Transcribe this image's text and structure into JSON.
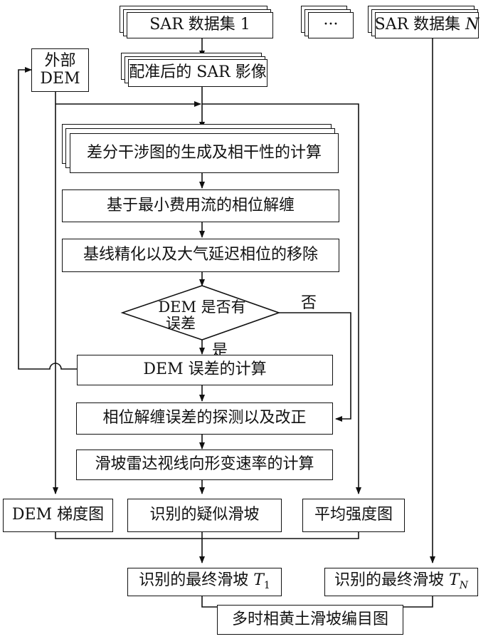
{
  "nodes": {
    "sar_set_1": {
      "text": "SAR 数据集 1"
    },
    "ellipsis": {
      "text": "···"
    },
    "sar_set_n_prefix": {
      "text": "SAR 数据集 "
    },
    "sar_set_n_var": {
      "text": "N"
    },
    "external_dem": {
      "line1": "外部",
      "line2": "DEM"
    },
    "registered_sar": {
      "text": "配准后的 SAR 影像"
    },
    "interferogram": {
      "text": "差分干涉图的生成及相干性的计算"
    },
    "unwrapping": {
      "text": "基于最小费用流的相位解缠"
    },
    "baseline": {
      "text": "基线精化以及大气延迟相位的移除"
    },
    "decision": {
      "line1": "DEM 是否有",
      "line2": "误差"
    },
    "dem_error": {
      "text": "DEM 误差的计算"
    },
    "unwrap_error": {
      "text": "相位解缠误差的探测以及改正"
    },
    "velocity": {
      "text": "滑坡雷达视线向形变速率的计算"
    },
    "dem_gradient": {
      "text": "DEM 梯度图"
    },
    "suspected": {
      "text": "识别的疑似滑坡"
    },
    "mean_intensity": {
      "text": "平均强度图"
    },
    "final_t1_prefix": {
      "text": "识别的最终滑坡 "
    },
    "final_t1_var": {
      "text": "T"
    },
    "final_t1_sub": {
      "text": "1"
    },
    "final_tn_prefix": {
      "text": "识别的最终滑坡 "
    },
    "final_tn_var": {
      "text": "T"
    },
    "final_tn_sub": {
      "text": "N"
    },
    "inventory": {
      "text": "多时相黄土滑坡编目图"
    }
  },
  "edge_labels": {
    "no": "否",
    "yes": "是"
  }
}
